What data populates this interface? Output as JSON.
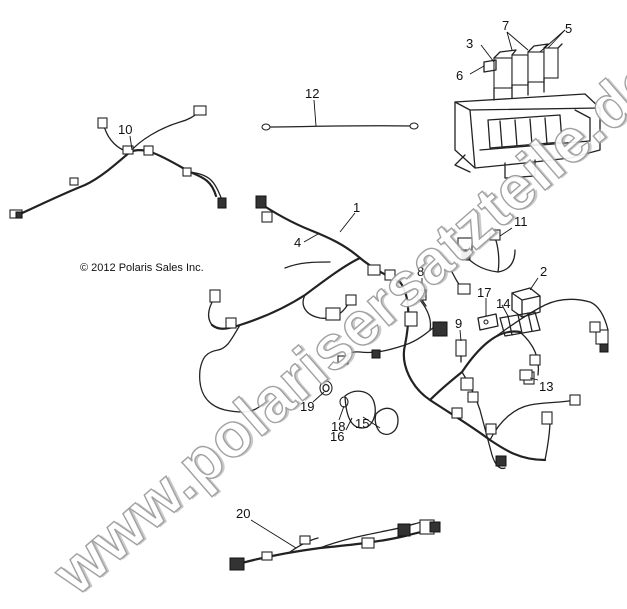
{
  "diagram": {
    "copyright": "© 2012 Polaris Sales Inc.",
    "watermark": "www.polarisersatzteile.de",
    "callouts": {
      "c1": "1",
      "c2": "2",
      "c3": "3",
      "c4": "4",
      "c5": "5",
      "c6": "6",
      "c7": "7",
      "c8": "8",
      "c9": "9",
      "c10": "10",
      "c11": "11",
      "c12": "12",
      "c13": "13",
      "c14": "14",
      "c15": "15",
      "c16": "16",
      "c17": "17",
      "c18": "18",
      "c19": "19",
      "c20": "20"
    }
  }
}
